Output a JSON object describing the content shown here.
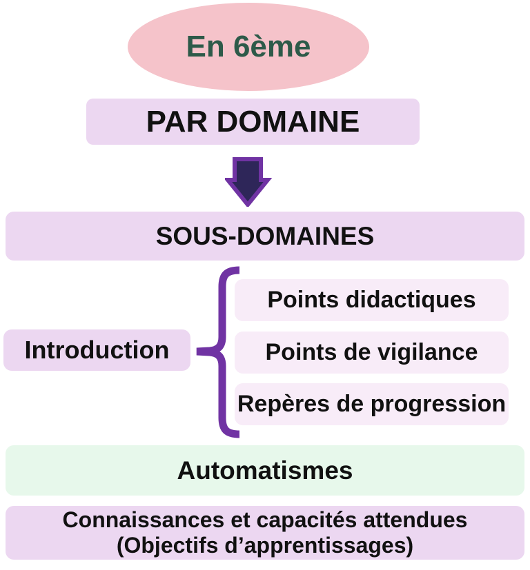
{
  "colors": {
    "pink": "#f5c3ca",
    "green_text": "#2d5a49",
    "lavender": "#ecd7f1",
    "lavender_light": "#f8ecf8",
    "mint": "#e7f8eb",
    "purple": "#7033a3",
    "arrow_fill": "#2e2659",
    "text": "#111111"
  },
  "level": {
    "label": "En 6ème"
  },
  "par_domaine": {
    "label": "PAR DOMAINE"
  },
  "sous_domaines": {
    "label": "SOUS-DOMAINES"
  },
  "introduction": {
    "label": "Introduction"
  },
  "sub_items": [
    {
      "label": "Points didactiques"
    },
    {
      "label": "Points de vigilance"
    },
    {
      "label": "Repères de progression"
    }
  ],
  "automatismes": {
    "label": "Automatismes"
  },
  "connaissances": {
    "line1": "Connaissances et capacités attendues",
    "line2": "(Objectifs d’apprentissages)"
  },
  "icons": {
    "arrow": "down-block-arrow",
    "brace": "left-curly-brace"
  }
}
